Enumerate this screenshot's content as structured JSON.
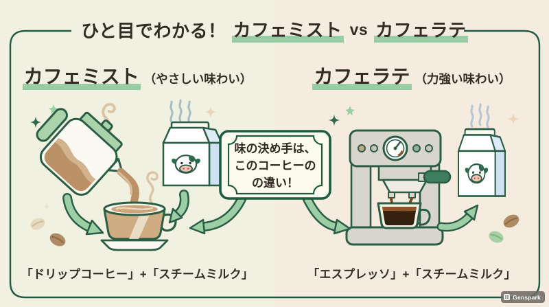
{
  "title": {
    "prefix": "ひと目でわかる！",
    "term_left": "カフェミスト",
    "separator": "vs",
    "term_right": "カフェラテ"
  },
  "left_section": {
    "heading": "カフェミスト",
    "subheading": "（やさしい味わい）",
    "formula": "「ドリップコーヒー」+「スチームミルク」"
  },
  "right_section": {
    "heading": "カフェラテ",
    "subheading": "（力強い味わい）",
    "formula": "「エスプレッソ」+「スチームミルク」"
  },
  "badge": {
    "line1": "味の決め手は、",
    "line2": "このコーヒーの",
    "line3": "の違い！"
  },
  "watermark": {
    "label": "Genspark"
  },
  "colors": {
    "frame_green": "#215b43",
    "outline_green": "#2b5d45",
    "highlight_green": "#99cba4",
    "arrow_green": "#9ccfa6",
    "left_background": "#f0f1e0",
    "right_background": "#f6ebdf",
    "text_dark": "#322d24",
    "coffee_tan": "#bb9268",
    "milk_blue": "#cde1f2",
    "machine_gray": "#d8d5cd",
    "espresso_brown": "#53301a"
  },
  "icons": {
    "left": [
      "sparkle-icon",
      "steam-icon",
      "coffee-pot-icon",
      "pour-stream-icon",
      "latte-cup-icon",
      "milk-carton-icon",
      "cow-icon",
      "arrow-icon",
      "coffee-bean-icon"
    ],
    "right": [
      "sparkle-icon",
      "espresso-machine-icon",
      "pressure-gauge-icon",
      "portafilter-icon",
      "espresso-cup-icon",
      "milk-carton-icon",
      "cow-icon",
      "arrow-icon",
      "coffee-bean-icon"
    ]
  }
}
